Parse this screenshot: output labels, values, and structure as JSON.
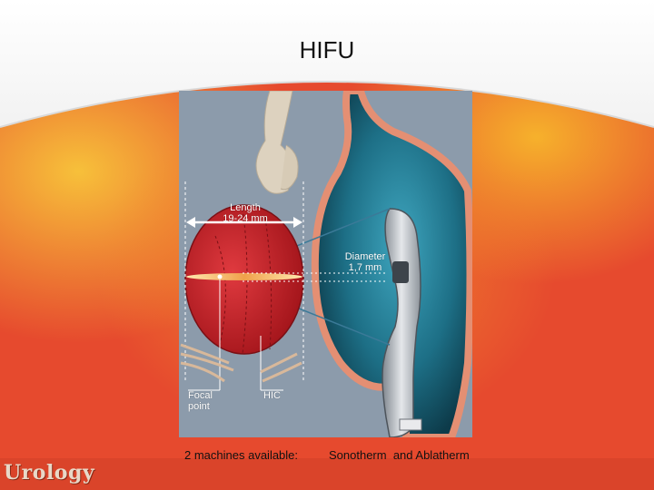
{
  "slide": {
    "title": "HIFU",
    "caption_left": "2 machines available:",
    "caption_right": "Sonotherm  and Ablatherm",
    "logo_text": "Urology"
  },
  "figure": {
    "length_label_line1": "Length",
    "length_label_line2": "19-24 mm",
    "diameter_label_line1": "Diameter",
    "diameter_label_line2": "1,7 mm",
    "focal_label_line1": "Focal",
    "focal_label_line2": "point",
    "hic_label": "HIC"
  },
  "colors": {
    "background_red": "#e64a2e",
    "background_yellow": "#f6b12c",
    "panel_grey": "#8c9bab",
    "organ_red": "#c9232b",
    "rectum_blue": "#1d6f86",
    "probe_grey": "#b9bec4"
  }
}
